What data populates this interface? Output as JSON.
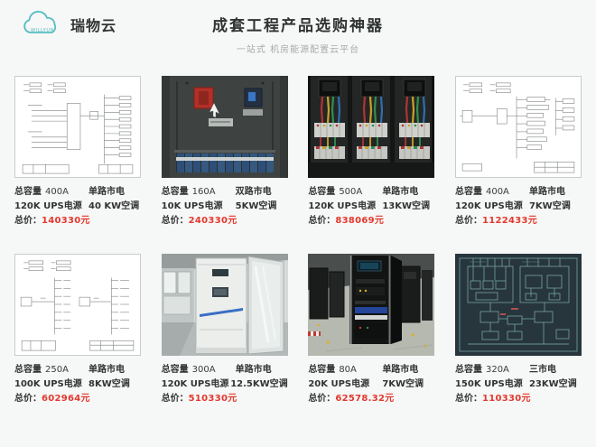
{
  "brand": {
    "logo_text": "WILLYUN",
    "name": "瑞物云"
  },
  "header": {
    "title": "成套工程产品选购神器",
    "subtitle": "一站式 机房能源配置云平台"
  },
  "labels": {
    "capacity": "总容量",
    "price": "总价："
  },
  "colors": {
    "accent_teal": "#56bdc2",
    "price_red": "#e2392e",
    "text_dark": "#333333",
    "page_bg": "#f6f7f7"
  },
  "cards": [
    {
      "capacity": "400A",
      "mains": "单路市电",
      "ups": "120K UPS电源",
      "ac": "40 KW空调",
      "price": "140330元",
      "image": "wiring-diagram"
    },
    {
      "capacity": "160A",
      "mains": "双路市电",
      "ups": "10K UPS电源",
      "ac": "5KW空调",
      "price": "240330元",
      "image": "dark-distribution-panel"
    },
    {
      "capacity": "500A",
      "mains": "单路市电",
      "ups": "120K UPS电源",
      "ac": "13KW空调",
      "price": "838069元",
      "image": "breaker-cabinet-photo"
    },
    {
      "capacity": "400A",
      "mains": "单路市电",
      "ups": "120K UPS电源",
      "ac": "7KW空调",
      "price": "1122433元",
      "image": "wiring-diagram"
    },
    {
      "capacity": "250A",
      "mains": "单路市电",
      "ups": "100K UPS电源",
      "ac": "8KW空调",
      "price": "602964元",
      "image": "wiring-diagram"
    },
    {
      "capacity": "300A",
      "mains": "单路市电",
      "ups": "120K UPS电源",
      "ac": "12.5KW空调",
      "price": "510330元",
      "image": "white-cabinet-photo"
    },
    {
      "capacity": "80A",
      "mains": "单路市电",
      "ups": "20K UPS电源",
      "ac": "7KW空调",
      "price": "62578.32元",
      "image": "black-rack-photo"
    },
    {
      "capacity": "320A",
      "mains": "三市电",
      "ups": "150K UPS电源",
      "ac": "23KW空调",
      "price": "110330元",
      "image": "cad-drawing-dark"
    }
  ]
}
